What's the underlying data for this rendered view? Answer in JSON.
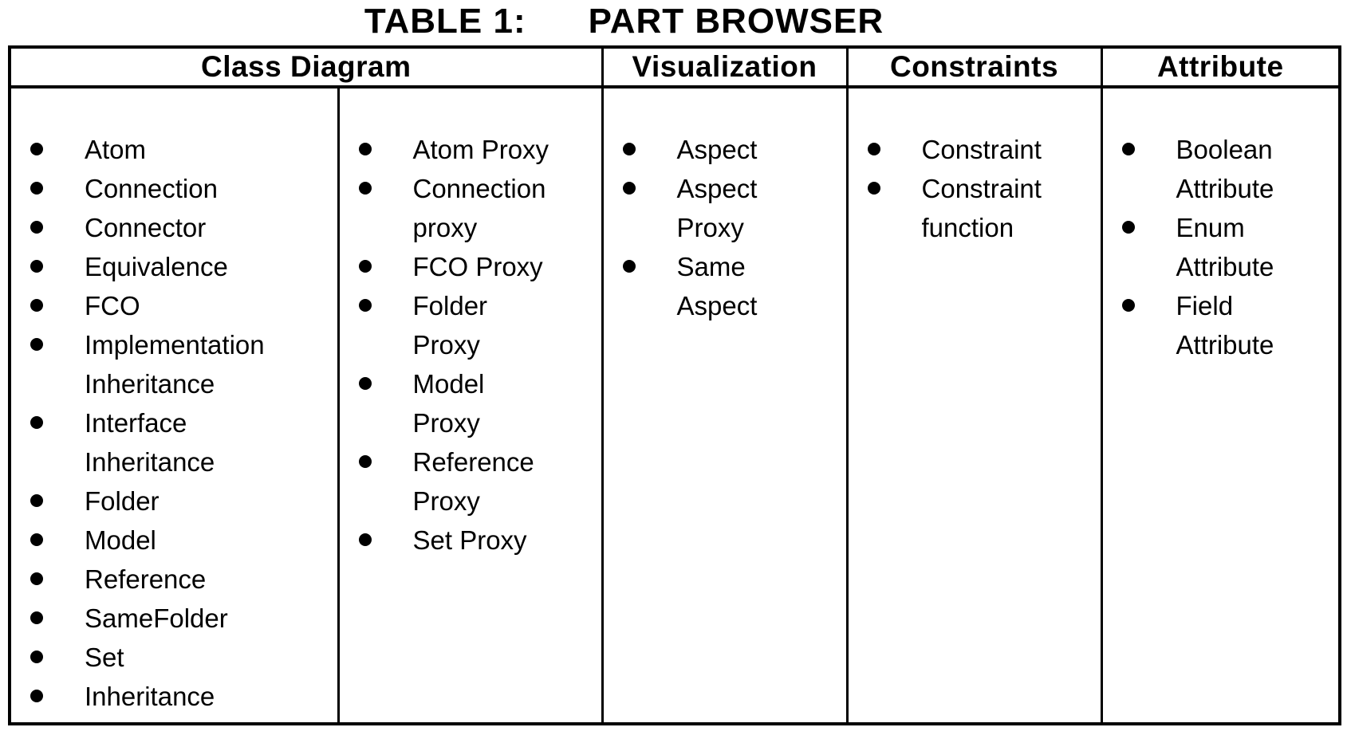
{
  "title": {
    "table_number": "TABLE 1:",
    "table_name": "PART BROWSER"
  },
  "table": {
    "headers": [
      "Class Diagram",
      "Visualization",
      "Constraints",
      "Attribute"
    ],
    "columns": [
      {
        "items": [
          "Atom",
          "Connection",
          "Connector",
          "Equivalence",
          "FCO",
          "Implementation\nInheritance",
          "Interface\nInheritance",
          "Folder",
          "Model",
          "Reference",
          "SameFolder",
          "Set",
          "Inheritance"
        ]
      },
      {
        "items": [
          "Atom Proxy",
          "Connection\nproxy",
          "FCO Proxy",
          "Folder\nProxy",
          "Model\nProxy",
          "Reference\nProxy",
          "Set Proxy"
        ]
      },
      {
        "items": [
          "Aspect",
          "Aspect\nProxy",
          "Same\nAspect"
        ]
      },
      {
        "items": [
          "Constraint",
          "Constraint\nfunction"
        ]
      },
      {
        "items": [
          "Boolean\nAttribute",
          "Enum\nAttribute",
          "Field\nAttribute"
        ]
      }
    ]
  },
  "colors": {
    "ink": "#000000",
    "paper": "#ffffff"
  }
}
